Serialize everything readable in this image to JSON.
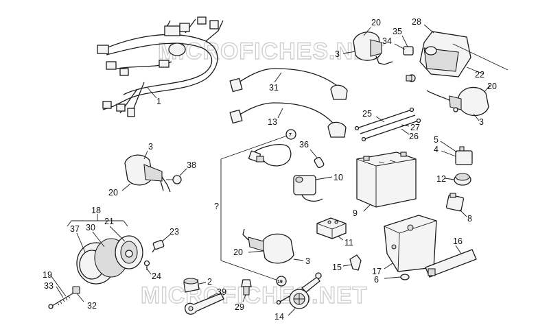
{
  "watermark": {
    "text": "MICROFICHES.NET",
    "color": "#cfcfcf"
  },
  "colors": {
    "line": "#1a1a1a",
    "fill": "#f4f4f4",
    "shade": "#dcdcdc"
  },
  "callouts": {
    "n1": "1",
    "n2": "2",
    "n3a": "3",
    "n3b": "3",
    "n3c": "3",
    "n3d": "3",
    "n4": "4",
    "n5": "5",
    "n6": "6",
    "n7": "7",
    "n8": "8",
    "n9": "9",
    "n10": "10",
    "n11": "11",
    "n12": "12",
    "n13": "13",
    "n14": "14",
    "n15": "15",
    "n16": "16",
    "n17": "17",
    "n18": "18",
    "n19a": "19",
    "n19b": "19",
    "n20a": "20",
    "n20b": "20",
    "n20c": "20",
    "n20d": "20",
    "n21": "21",
    "n22": "22",
    "n23": "23",
    "n24": "24",
    "n25": "25",
    "n26": "26",
    "n27": "27",
    "n28": "28",
    "n29": "29",
    "n30": "30",
    "n31": "31",
    "n32": "32",
    "n33": "33",
    "n34": "34",
    "n35": "35",
    "n36": "36",
    "n37": "37",
    "n38": "38",
    "n39": "39",
    "q": "?"
  }
}
